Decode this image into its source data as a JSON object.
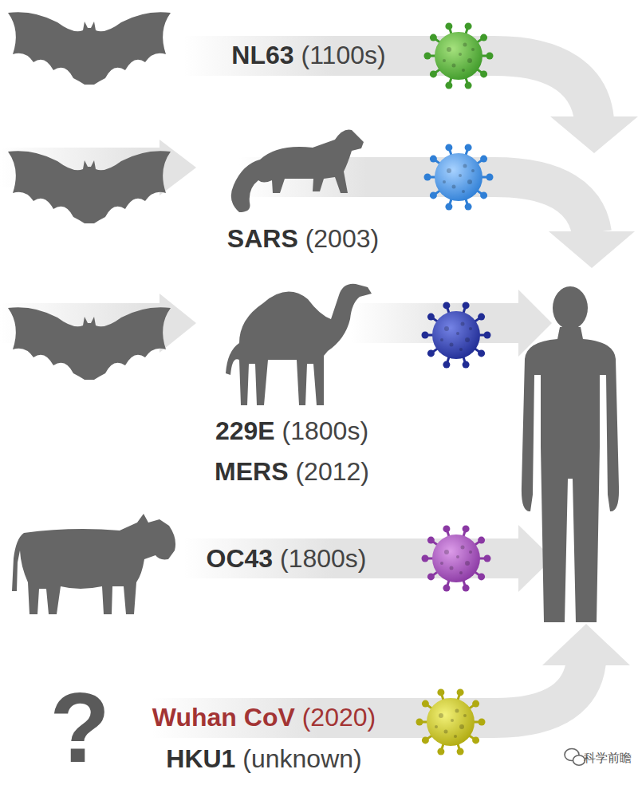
{
  "diagram": {
    "labels": [
      "NL63 (1100s)",
      "SARS (2003)",
      "229E (1800s)",
      "MERS (2012)",
      "OC43 (1800s)",
      "?",
      "Wuhan CoV (2020)",
      "HKU1 (unknown)",
      "科学前瞻"
    ]
  }
}
